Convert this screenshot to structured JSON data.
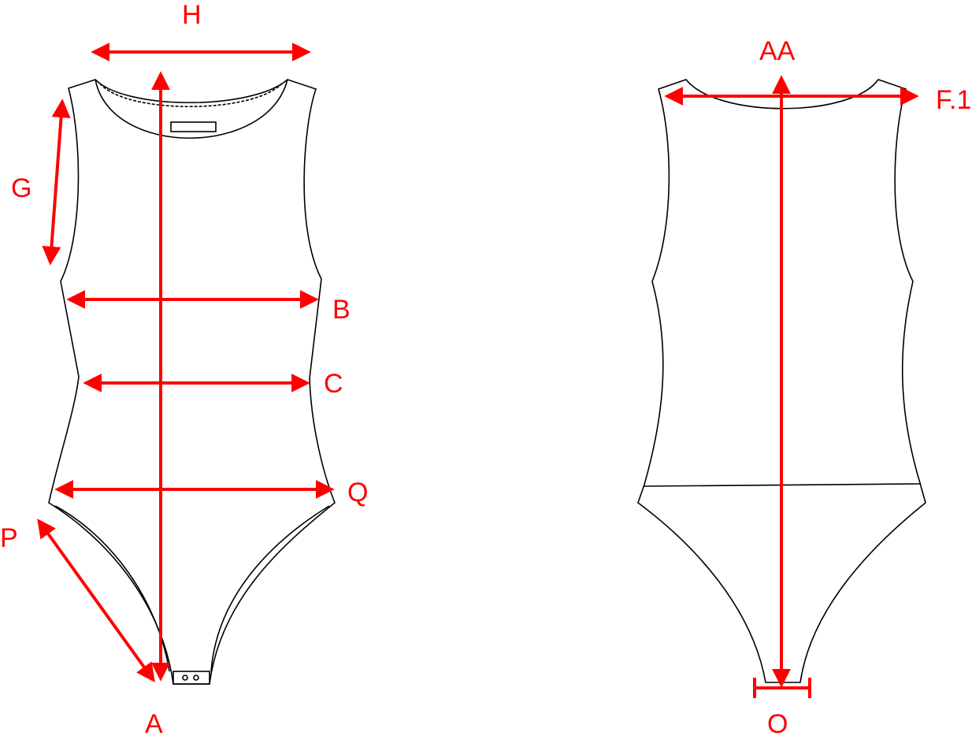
{
  "colors": {
    "measure": "#ff0000",
    "outline": "#000000"
  },
  "front": {
    "labels": {
      "H": "H",
      "G": "G",
      "B": "B",
      "C": "C",
      "Q": "Q",
      "P": "P",
      "A": "A"
    }
  },
  "back": {
    "labels": {
      "AA": "AA",
      "F1": "F.1",
      "O": "O"
    }
  }
}
